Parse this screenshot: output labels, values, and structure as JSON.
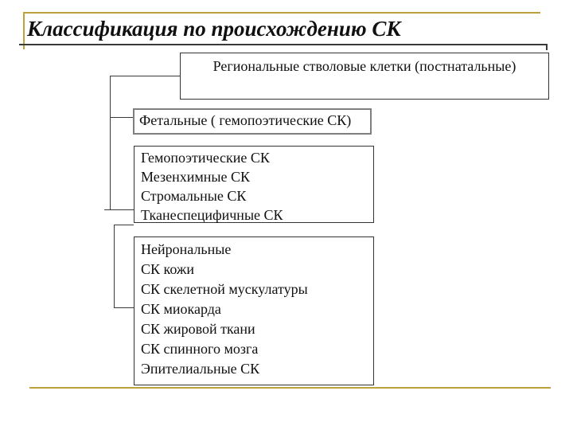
{
  "slide": {
    "title": "Классификация по происхождению СК",
    "colors": {
      "accent_gold": "#BFA13C",
      "line_dark": "#3A3A3A",
      "border_black": "#333333",
      "border_gray": "#7F7F7F",
      "text": "#101010",
      "background": "#FFFFFF"
    },
    "boxes": [
      {
        "name": "regional-postnatal",
        "lines": [
          "Региональные стволовые клетки (постнатальные)"
        ]
      },
      {
        "name": "fetal",
        "lines": [
          "Фетальные ( гемопоэтические СК)"
        ]
      },
      {
        "name": "main-types",
        "lines": [
          "Гемопоэтические СК",
          "Мезенхимные СК",
          "Стромальные СК",
          "Тканеспецифичные СК"
        ]
      },
      {
        "name": "tissue-specific-types",
        "lines": [
          "Нейрональные",
          "СК кожи",
          "СК скелетной мускулатуры",
          "СК миокарда",
          "СК жировой ткани",
          "СК спинного мозга",
          "Эпителиальные СК"
        ]
      }
    ]
  }
}
